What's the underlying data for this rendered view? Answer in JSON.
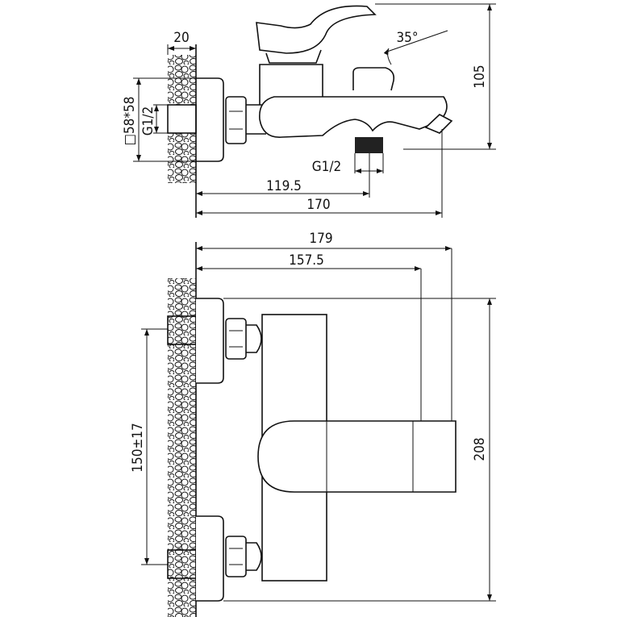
{
  "top_view": {
    "wall_thickness": "20",
    "angle": "35°",
    "height": "105",
    "escutcheon_size": "□58*58",
    "inlet_thread": "G1/2",
    "outlet_thread": "G1/2",
    "outlet_distance": "119.5",
    "total_depth": "170"
  },
  "front_view": {
    "total_depth": "179",
    "spout_depth": "157.5",
    "center_distance": "150±17",
    "height": "208"
  },
  "colors": {
    "line": "#111111",
    "background": "#ffffff"
  }
}
